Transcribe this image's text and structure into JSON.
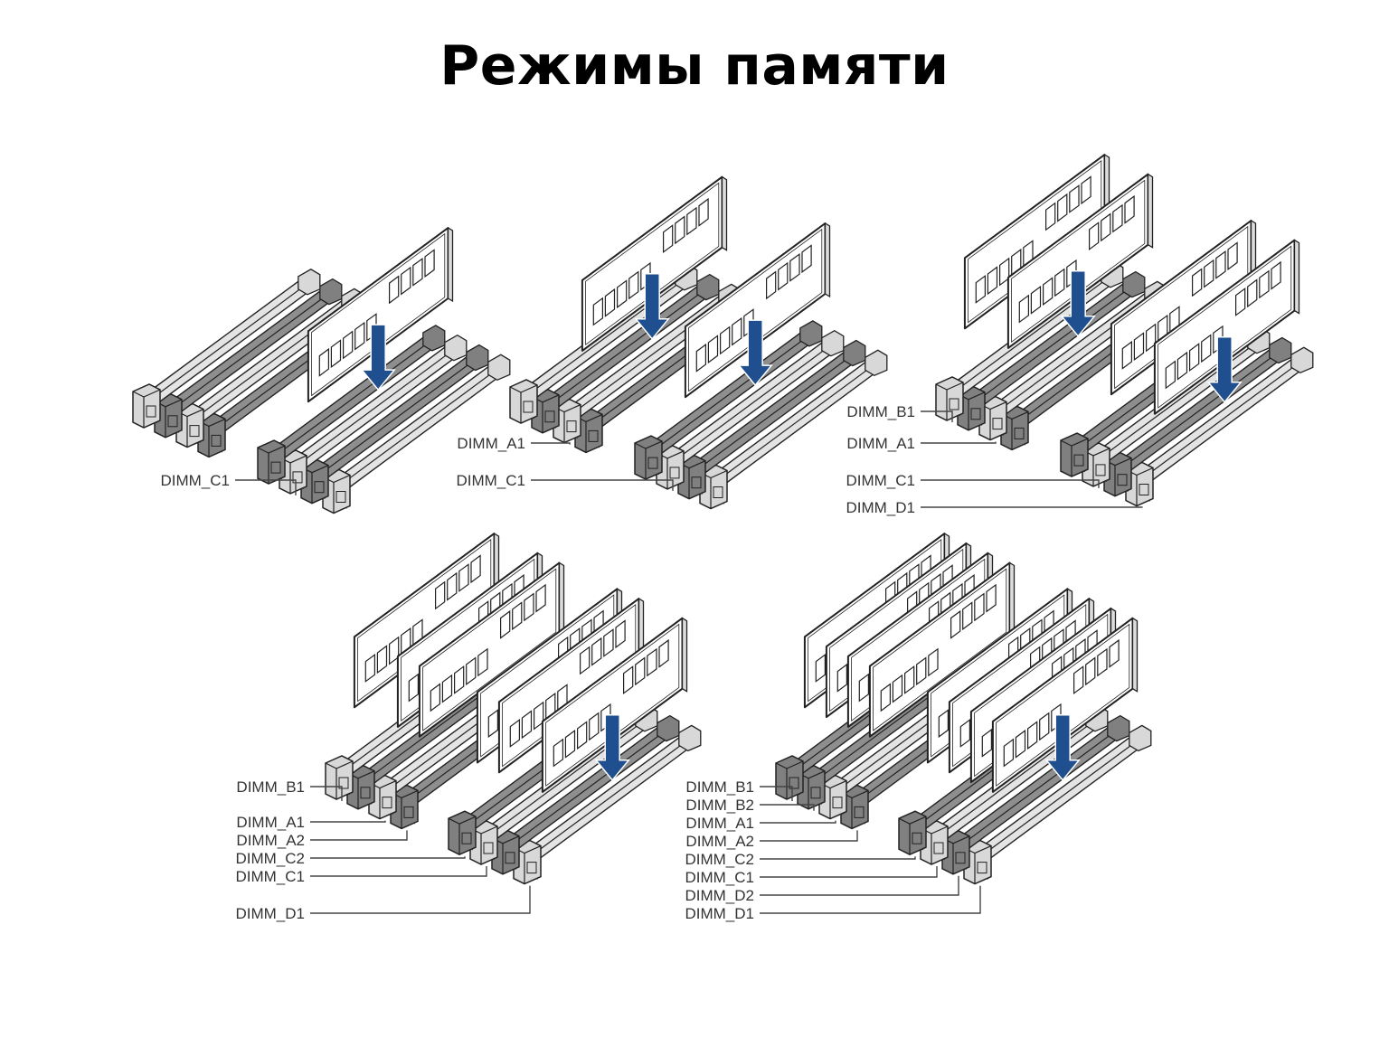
{
  "title": "Режимы памяти",
  "colors": {
    "slot_light": "#e4e4e4",
    "slot_dark": "#8e8e8e",
    "latch_light": "#d8d8d8",
    "latch_dark": "#808080",
    "module_fill": "#ffffff",
    "module_stroke": "#222222",
    "arrow": "#1f4f8f",
    "leader_line": "#444444"
  },
  "configs": [
    {
      "name": "one-module",
      "slot_types": [
        "light",
        "dark",
        "light",
        "dark",
        "dark",
        "light",
        "dark",
        "light"
      ],
      "modules": [
        5
      ],
      "arrows": [
        5
      ],
      "labels": [
        {
          "text": "DIMM_C1",
          "slot": 5
        }
      ]
    },
    {
      "name": "two-modules",
      "slot_types": [
        "light",
        "dark",
        "light",
        "dark",
        "dark",
        "light",
        "dark",
        "light"
      ],
      "modules": [
        2,
        5
      ],
      "arrows": [
        2,
        5
      ],
      "labels": [
        {
          "text": "DIMM_A1",
          "slot": 2
        },
        {
          "text": "DIMM_C1",
          "slot": 5
        }
      ]
    },
    {
      "name": "four-modules",
      "slot_types": [
        "light",
        "dark",
        "light",
        "dark",
        "dark",
        "light",
        "dark",
        "light"
      ],
      "modules": [
        0,
        2,
        5,
        7
      ],
      "arrows": [
        2,
        7
      ],
      "labels": [
        {
          "text": "DIMM_B1",
          "slot": 0
        },
        {
          "text": "DIMM_A1",
          "slot": 2
        },
        {
          "text": "DIMM_C1",
          "slot": 5
        },
        {
          "text": "DIMM_D1",
          "slot": 7
        }
      ]
    },
    {
      "name": "six-modules",
      "slot_types": [
        "light",
        "dark",
        "light",
        "dark",
        "dark",
        "light",
        "dark",
        "light"
      ],
      "modules": [
        0,
        2,
        3,
        4,
        5,
        7
      ],
      "arrows": [
        7
      ],
      "labels": [
        {
          "text": "DIMM_B1",
          "slot": 0
        },
        {
          "text": "DIMM_A1",
          "slot": 2
        },
        {
          "text": "DIMM_A2",
          "slot": 3
        },
        {
          "text": "DIMM_C2",
          "slot": 4
        },
        {
          "text": "DIMM_C1",
          "slot": 5
        },
        {
          "text": "DIMM_D1",
          "slot": 7
        }
      ]
    },
    {
      "name": "eight-modules",
      "slot_types": [
        "dark",
        "dark",
        "light",
        "dark",
        "dark",
        "light",
        "dark",
        "light"
      ],
      "modules": [
        0,
        1,
        2,
        3,
        4,
        5,
        6,
        7
      ],
      "arrows": [
        7
      ],
      "labels": [
        {
          "text": "DIMM_B1",
          "slot": 0
        },
        {
          "text": "DIMM_B2",
          "slot": 1
        },
        {
          "text": "DIMM_A1",
          "slot": 2
        },
        {
          "text": "DIMM_A2",
          "slot": 3
        },
        {
          "text": "DIMM_C2",
          "slot": 4
        },
        {
          "text": "DIMM_C1",
          "slot": 5
        },
        {
          "text": "DIMM_D2",
          "slot": 6
        },
        {
          "text": "DIMM_D1",
          "slot": 7
        }
      ]
    }
  ]
}
